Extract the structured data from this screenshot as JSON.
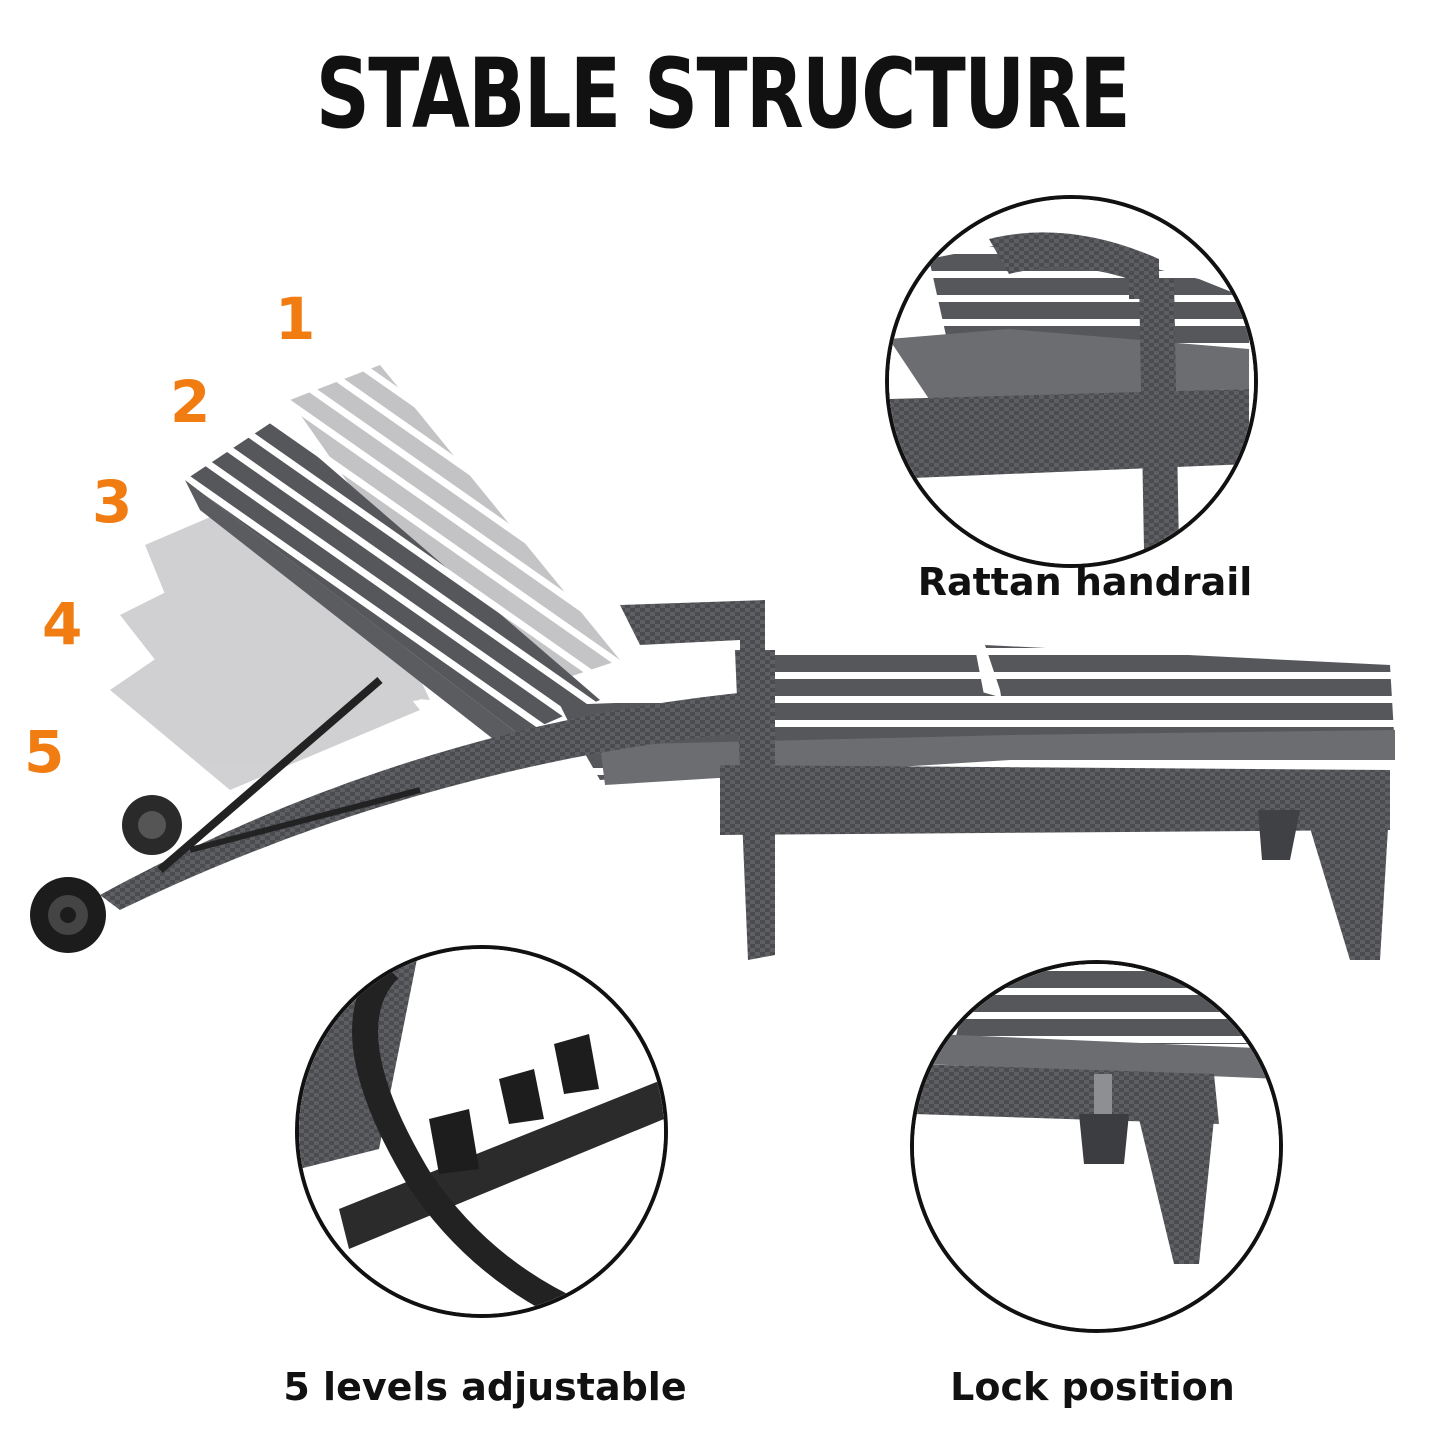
{
  "title": "STABLE STRUCTURE",
  "levels": [
    "1",
    "2",
    "3",
    "4",
    "5"
  ],
  "captions": {
    "handrail": "Rattan handrail",
    "adjustable": "5 levels adjustable",
    "lock": "Lock position"
  },
  "colors": {
    "accent": "#f07c12",
    "rattan": "#55575a",
    "cushion": "#6b6d70",
    "stripe": "#ffffff"
  }
}
